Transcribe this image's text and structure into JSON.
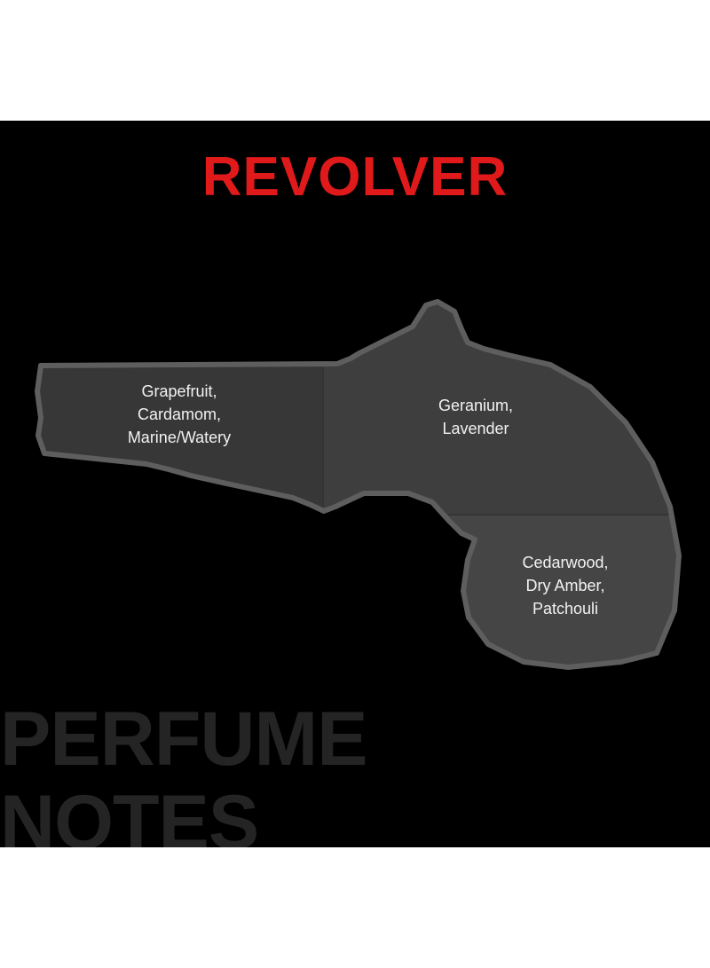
{
  "product_name": "REVOLVER",
  "colors": {
    "title": "#e01a1a",
    "background": "#000000",
    "shape_fill": "#3c3c3c",
    "shape_outline": "#5e5e5e",
    "heading_text": "#242424"
  },
  "notes": {
    "top": [
      "Grapefruit,",
      "Cardamom,",
      "Marine/Watery"
    ],
    "heart": [
      "Geranium,",
      "Lavender"
    ],
    "base": [
      "Cedarwood,",
      "Dry Amber,",
      "Patchouli"
    ]
  },
  "heading": {
    "line1": "PERFUME",
    "line2": "NOTES"
  }
}
